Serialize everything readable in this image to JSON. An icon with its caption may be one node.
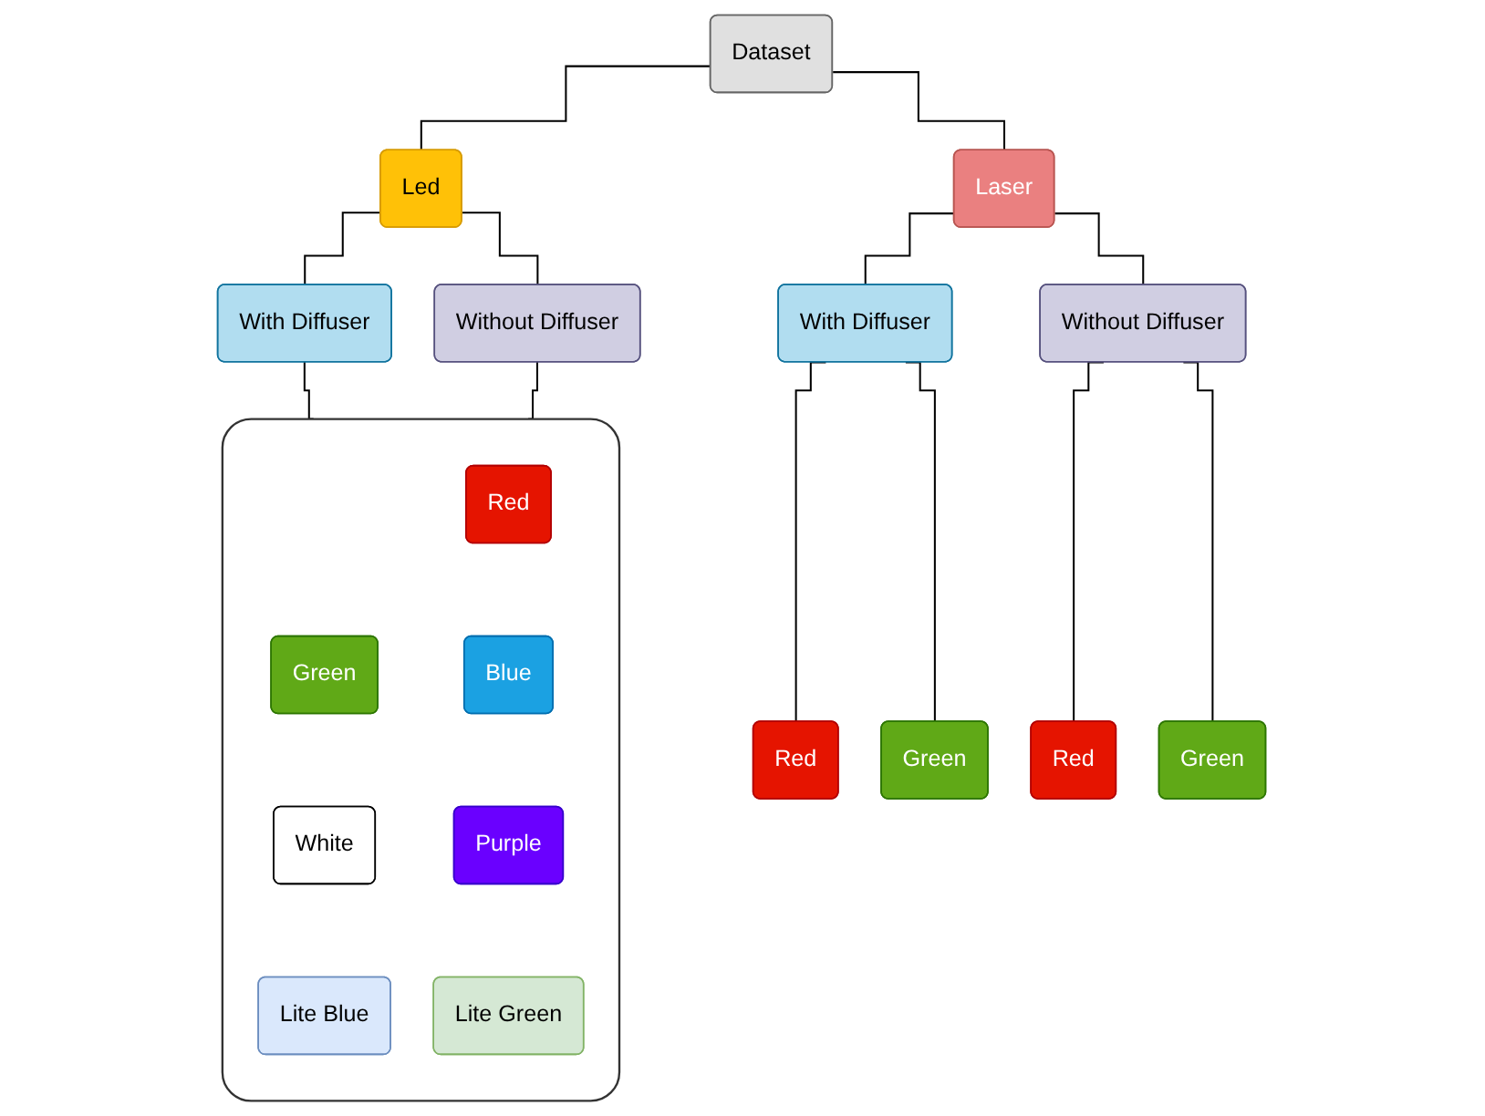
{
  "diagram": {
    "nodes": [
      {
        "text": [
          "Dataset"
        ]
      },
      {
        "text": [
          "Led"
        ]
      },
      {
        "text": [
          "Laser"
        ]
      },
      {
        "text": [
          "With Diffuser"
        ]
      },
      {
        "text": [
          "Without Diffuser"
        ]
      },
      {
        "text": [],
        "shape": "box"
      },
      {
        "text": [
          "Red"
        ],
        "in": 5
      },
      {
        "text": [
          "Green"
        ],
        "in": 5
      },
      {
        "text": [
          "Blue"
        ],
        "in": 5
      },
      {
        "text": [
          "White"
        ],
        "in": 5
      },
      {
        "text": [
          "Purple"
        ],
        "in": 5
      },
      {
        "text": [
          "Lite Blue"
        ],
        "in": 5
      },
      {
        "text": [
          "Lite Green"
        ],
        "in": 5
      },
      {
        "text": [
          "With Diffuser"
        ]
      },
      {
        "text": [
          "Without Diffuser"
        ]
      },
      {
        "text": [
          "Red"
        ]
      },
      {
        "text": [
          "Green"
        ]
      },
      {
        "text": [
          "Red"
        ]
      },
      {
        "text": [
          "Green"
        ]
      }
    ],
    "edges": [
      {
        "from": 0,
        "to": 1,
        "arrow": "none"
      },
      {
        "from": 0,
        "to": 2,
        "arrow": "none"
      },
      {
        "from": 1,
        "to": 3,
        "arrow": "none"
      },
      {
        "from": 1,
        "to": 4,
        "arrow": "none"
      },
      {
        "from": 2,
        "to": 13,
        "arrow": "none"
      },
      {
        "from": 2,
        "to": 14,
        "arrow": "none"
      },
      {
        "from": 3,
        "to": 5,
        "arrow": "none"
      },
      {
        "from": 4,
        "to": 5,
        "arrow": "none"
      },
      {
        "from": 13,
        "to": 15,
        "arrow": "none"
      },
      {
        "from": 13,
        "to": 16,
        "arrow": "none"
      },
      {
        "from": 14,
        "to": 17,
        "arrow": "none"
      },
      {
        "from": 14,
        "to": 18,
        "arrow": "none"
      }
    ]
  }
}
